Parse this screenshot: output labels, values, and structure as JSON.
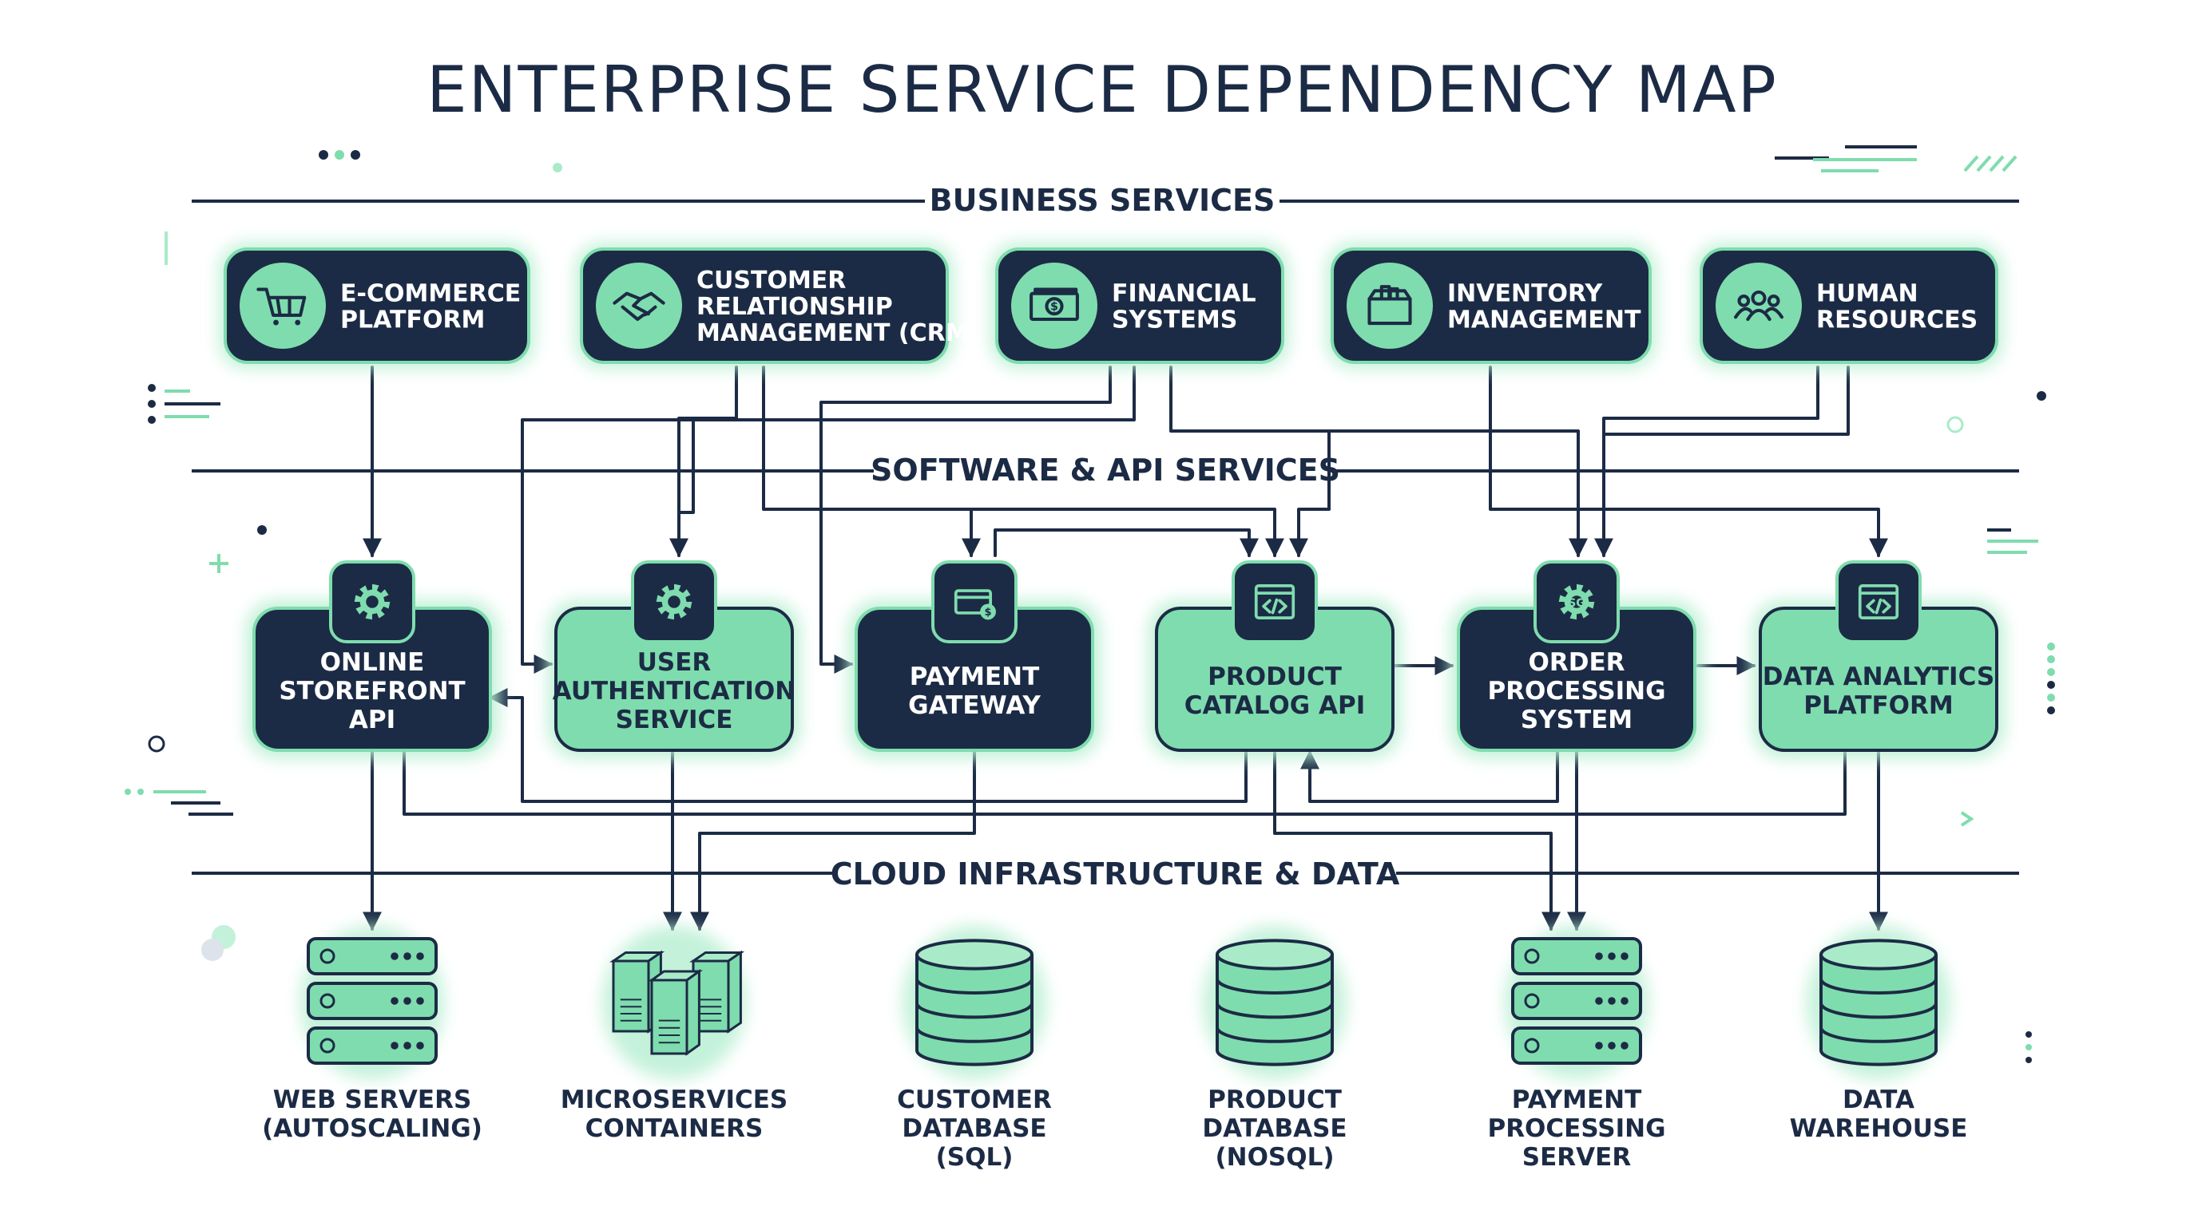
{
  "title": "ENTERPRISE SERVICE DEPENDENCY MAP",
  "sections": {
    "business": "BUSINESS SERVICES",
    "software": "SOFTWARE & API SERVICES",
    "infra": "CLOUD INFRASTRUCTURE & DATA"
  },
  "business_services": [
    {
      "id": "ecommerce",
      "lines": [
        "E-COMMERCE",
        "PLATFORM"
      ],
      "icon": "shopping-cart-icon"
    },
    {
      "id": "crm",
      "lines": [
        "CUSTOMER",
        "RELATIONSHIP",
        "MANAGEMENT (CRM)"
      ],
      "icon": "handshake-icon"
    },
    {
      "id": "financial",
      "lines": [
        "FINANCIAL",
        "SYSTEMS"
      ],
      "icon": "money-bill-icon"
    },
    {
      "id": "inventory",
      "lines": [
        "INVENTORY",
        "MANAGEMENT"
      ],
      "icon": "inventory-box-icon"
    },
    {
      "id": "hr",
      "lines": [
        "HUMAN",
        "RESOURCES"
      ],
      "icon": "people-group-icon"
    }
  ],
  "software_services": [
    {
      "id": "storefront",
      "lines": [
        "ONLINE",
        "STOREFRONT",
        "API"
      ],
      "icon": "gear-icon",
      "style": "dark"
    },
    {
      "id": "auth",
      "lines": [
        "USER",
        "AUTHENTICATION",
        "SERVICE"
      ],
      "icon": "gear-icon",
      "style": "light"
    },
    {
      "id": "payment",
      "lines": [
        "PAYMENT",
        "GATEWAY"
      ],
      "icon": "credit-card-dollar-icon",
      "style": "dark"
    },
    {
      "id": "catalog",
      "lines": [
        "PRODUCT",
        "CATALOG API"
      ],
      "icon": "code-window-icon",
      "style": "light"
    },
    {
      "id": "order",
      "lines": [
        "ORDER",
        "PROCESSING",
        "SYSTEM"
      ],
      "icon": "gear-sg-icon",
      "style": "dark"
    },
    {
      "id": "analytics",
      "lines": [
        "DATA ANALYTICS",
        "PLATFORM"
      ],
      "icon": "code-window-icon",
      "style": "light"
    }
  ],
  "infrastructure": [
    {
      "id": "web",
      "lines": [
        "WEB SERVERS",
        "(AUTOSCALING)"
      ],
      "icon": "server-rack-icon"
    },
    {
      "id": "containers",
      "lines": [
        "MICROSERVICES",
        "CONTAINERS"
      ],
      "icon": "containers-icon"
    },
    {
      "id": "custdb",
      "lines": [
        "CUSTOMER",
        "DATABASE",
        "(SQL)"
      ],
      "icon": "database-icon"
    },
    {
      "id": "proddb",
      "lines": [
        "PRODUCT",
        "DATABASE",
        "(NOSQL)"
      ],
      "icon": "database-icon"
    },
    {
      "id": "payserver",
      "lines": [
        "PAYMENT",
        "PROCESSING",
        "SERVER"
      ],
      "icon": "server-rack-icon"
    },
    {
      "id": "warehouse",
      "lines": [
        "DATA",
        "WAREHOUSE"
      ],
      "icon": "database-icon"
    }
  ],
  "colors": {
    "navy": "#1c2b45",
    "mint": "#7fdcae",
    "mint_light": "#a9ebc9",
    "glow": "#bdf0d6",
    "line": "#1c2b45"
  }
}
